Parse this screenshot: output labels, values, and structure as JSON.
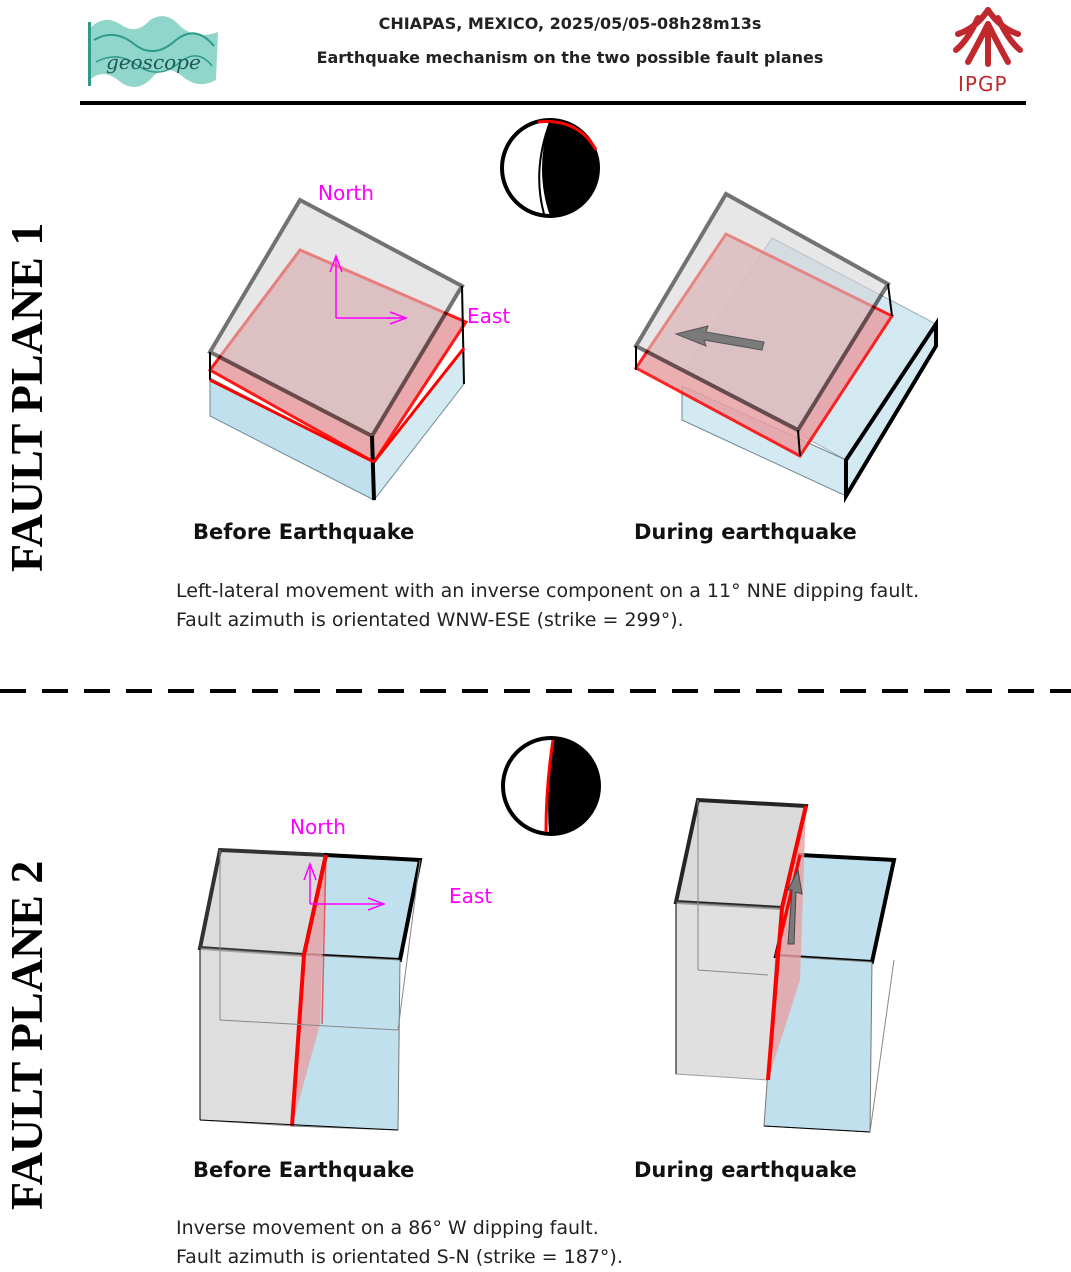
{
  "header": {
    "title_line1": "CHIAPAS, MEXICO, 2025/05/05-08h28m13s",
    "title_line2": "Earthquake mechanism on the two possible fault planes",
    "left_logo_text": "geoscope",
    "right_logo_text": "IPGP"
  },
  "plane1": {
    "side_label": "FAULT PLANE 1",
    "north_label": "North",
    "east_label": "East",
    "before_caption": "Before Earthquake",
    "during_caption": "During earthquake",
    "desc_line1": "Left-lateral movement with an inverse component on a 11° NNE dipping fault.",
    "desc_line2": "Fault azimuth is orientated WNW-ESE (strike = 299°)."
  },
  "plane2": {
    "side_label": "FAULT PLANE 2",
    "north_label": "North",
    "east_label": "East",
    "before_caption": "Before Earthquake",
    "during_caption": "During earthquake",
    "desc_line1": "Inverse movement on a 86° W dipping fault.",
    "desc_line2": "Fault azimuth is orientated S-N (strike = 187°)."
  },
  "colors": {
    "fault_red": "#ff0000",
    "fault_fill": "#e8a0a4",
    "block_grey": "#d4d4d4",
    "block_blue": "#bfe0ec",
    "compass_magenta": "#ff00ff",
    "ipgp_red": "#c0282d",
    "geoscope_teal": "#5bbfb0"
  }
}
